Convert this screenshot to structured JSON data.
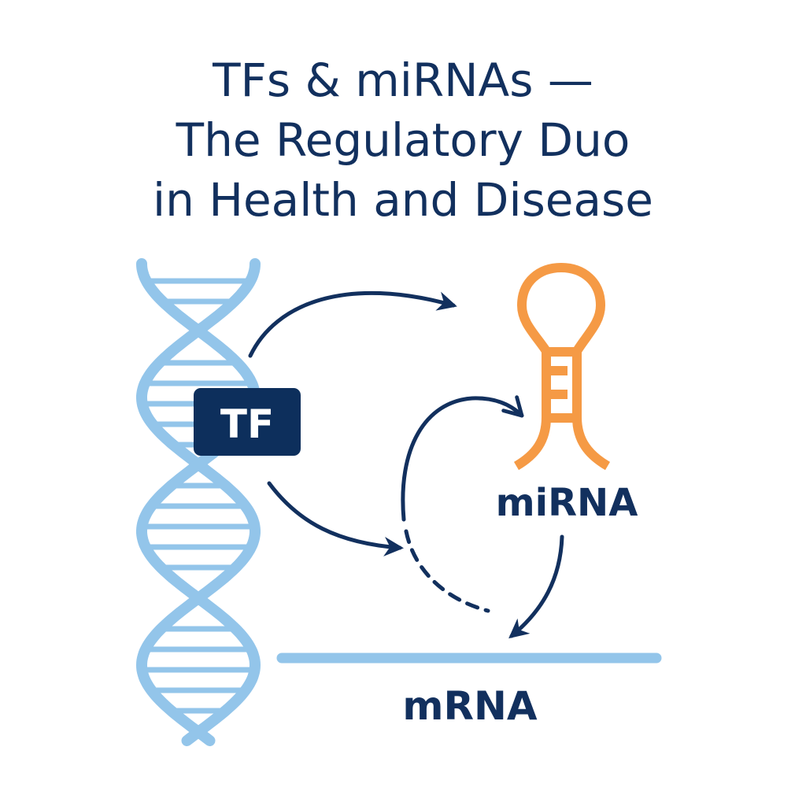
{
  "title": {
    "lines": [
      "TFs & miRNAs —",
      "The Regulatory Duo",
      "in Health and Disease"
    ]
  },
  "labels": {
    "tf": "TF",
    "mirna": "miRNA",
    "mrna": "mRNA"
  },
  "colors": {
    "navy": "#12305e",
    "dna_blue": "#93c5ea",
    "mirna_orange": "#f59a45",
    "tf_box": "#0d2f5c"
  }
}
